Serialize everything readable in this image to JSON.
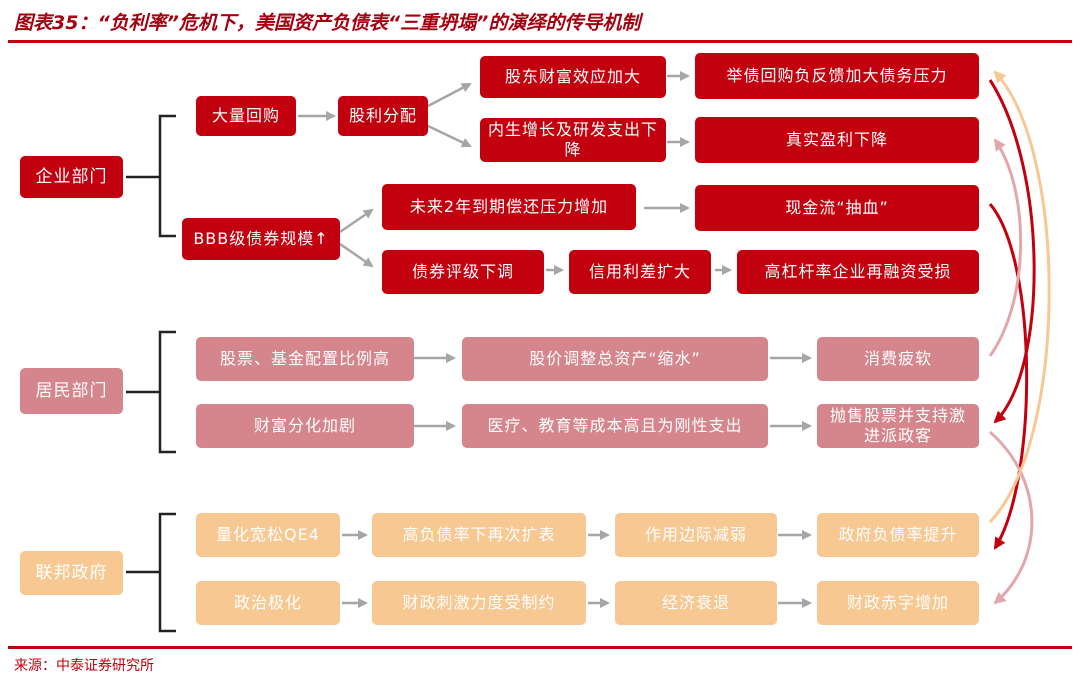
{
  "title": "图表35：“负利率”危机下，美国资产负债表“三重坍塌”的演绎的传导机制",
  "source": "来源：中泰证券研究所",
  "sectors": {
    "corporate": "企业部门",
    "household": "居民部门",
    "government": "联邦政府"
  },
  "corporate": {
    "buyback": "大量回购",
    "dividend": "股利分配",
    "shareholder_wealth": "股东财富效应加大",
    "debt_buyback_feedback": "举债回购负反馈加大债务压力",
    "weak_growth": "内生增长及研发支出下降",
    "profit_decline": "真实盈利下降",
    "bbb_bonds": "BBB级债券规模↑",
    "maturity_pressure": "未来2年到期偿还压力增加",
    "cashflow_drain": "现金流“抽血”",
    "downgrade": "债券评级下调",
    "credit_spread": "信用利差扩大",
    "refinancing_hit": "高杠杆率企业再融资受损"
  },
  "household": {
    "equity_allocation": "股票、基金配置比例高",
    "asset_shrink": "股价调整总资产“缩水”",
    "weak_consumption": "消费疲软",
    "wealth_divide": "财富分化加剧",
    "rigid_costs": "医疗、教育等成本高且为刚性支出",
    "radical_politics": "抛售股票并支持激进派政客"
  },
  "government": {
    "qe4": "量化宽松QE4",
    "leverage_expansion": "高负债率下再次扩表",
    "marginal_weakening": "作用边际减弱",
    "gov_debt_rise": "政府负债率提升",
    "polarization": "政治极化",
    "fiscal_constraint": "财政刺激力度受制约",
    "recession": "经济衰退",
    "deficit_rise": "财政赤字增加"
  },
  "colors": {
    "corporate": "#c3000e",
    "household": "#d5868c",
    "government": "#f7c892",
    "arrow": "#a6a6a6"
  }
}
